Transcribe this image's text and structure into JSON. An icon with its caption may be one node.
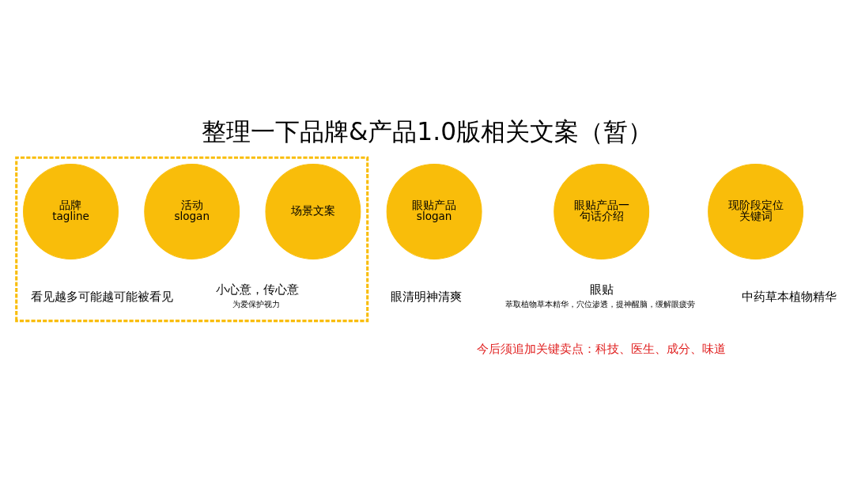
{
  "diagram": {
    "title": "整理一下品牌&产品1.0版相关文案（暂）",
    "nodes": [
      {
        "text": [],
        "shape": "box"
      },
      {
        "text": [
          "品牌 tagline"
        ],
        "in": 0,
        "beside": [
          "看见越多可能越可能被看见"
        ]
      },
      {
        "text": [
          "活动 slogan"
        ],
        "in": 0,
        "beside": [
          "小心意，传心意",
          "为爱保护视力"
        ]
      },
      {
        "text": [
          "场景文案"
        ],
        "in": 0
      },
      {
        "text": [
          "眼贴产品 slogan"
        ],
        "beside": [
          "眼清明神清爽"
        ]
      },
      {
        "text": [
          "眼贴产品一句话介绍"
        ],
        "beside": [
          "眼贴",
          "萃取植物草本精华，穴位渗透，提神醒脑，缓解眼疲劳"
        ]
      },
      {
        "text": [
          "现阶段定位关键词"
        ],
        "beside": [
          "中药草本植物精华"
        ]
      }
    ],
    "edges": [],
    "labels": [
      "今后须追加关键卖点：科技、医生、成分、味道"
    ]
  }
}
